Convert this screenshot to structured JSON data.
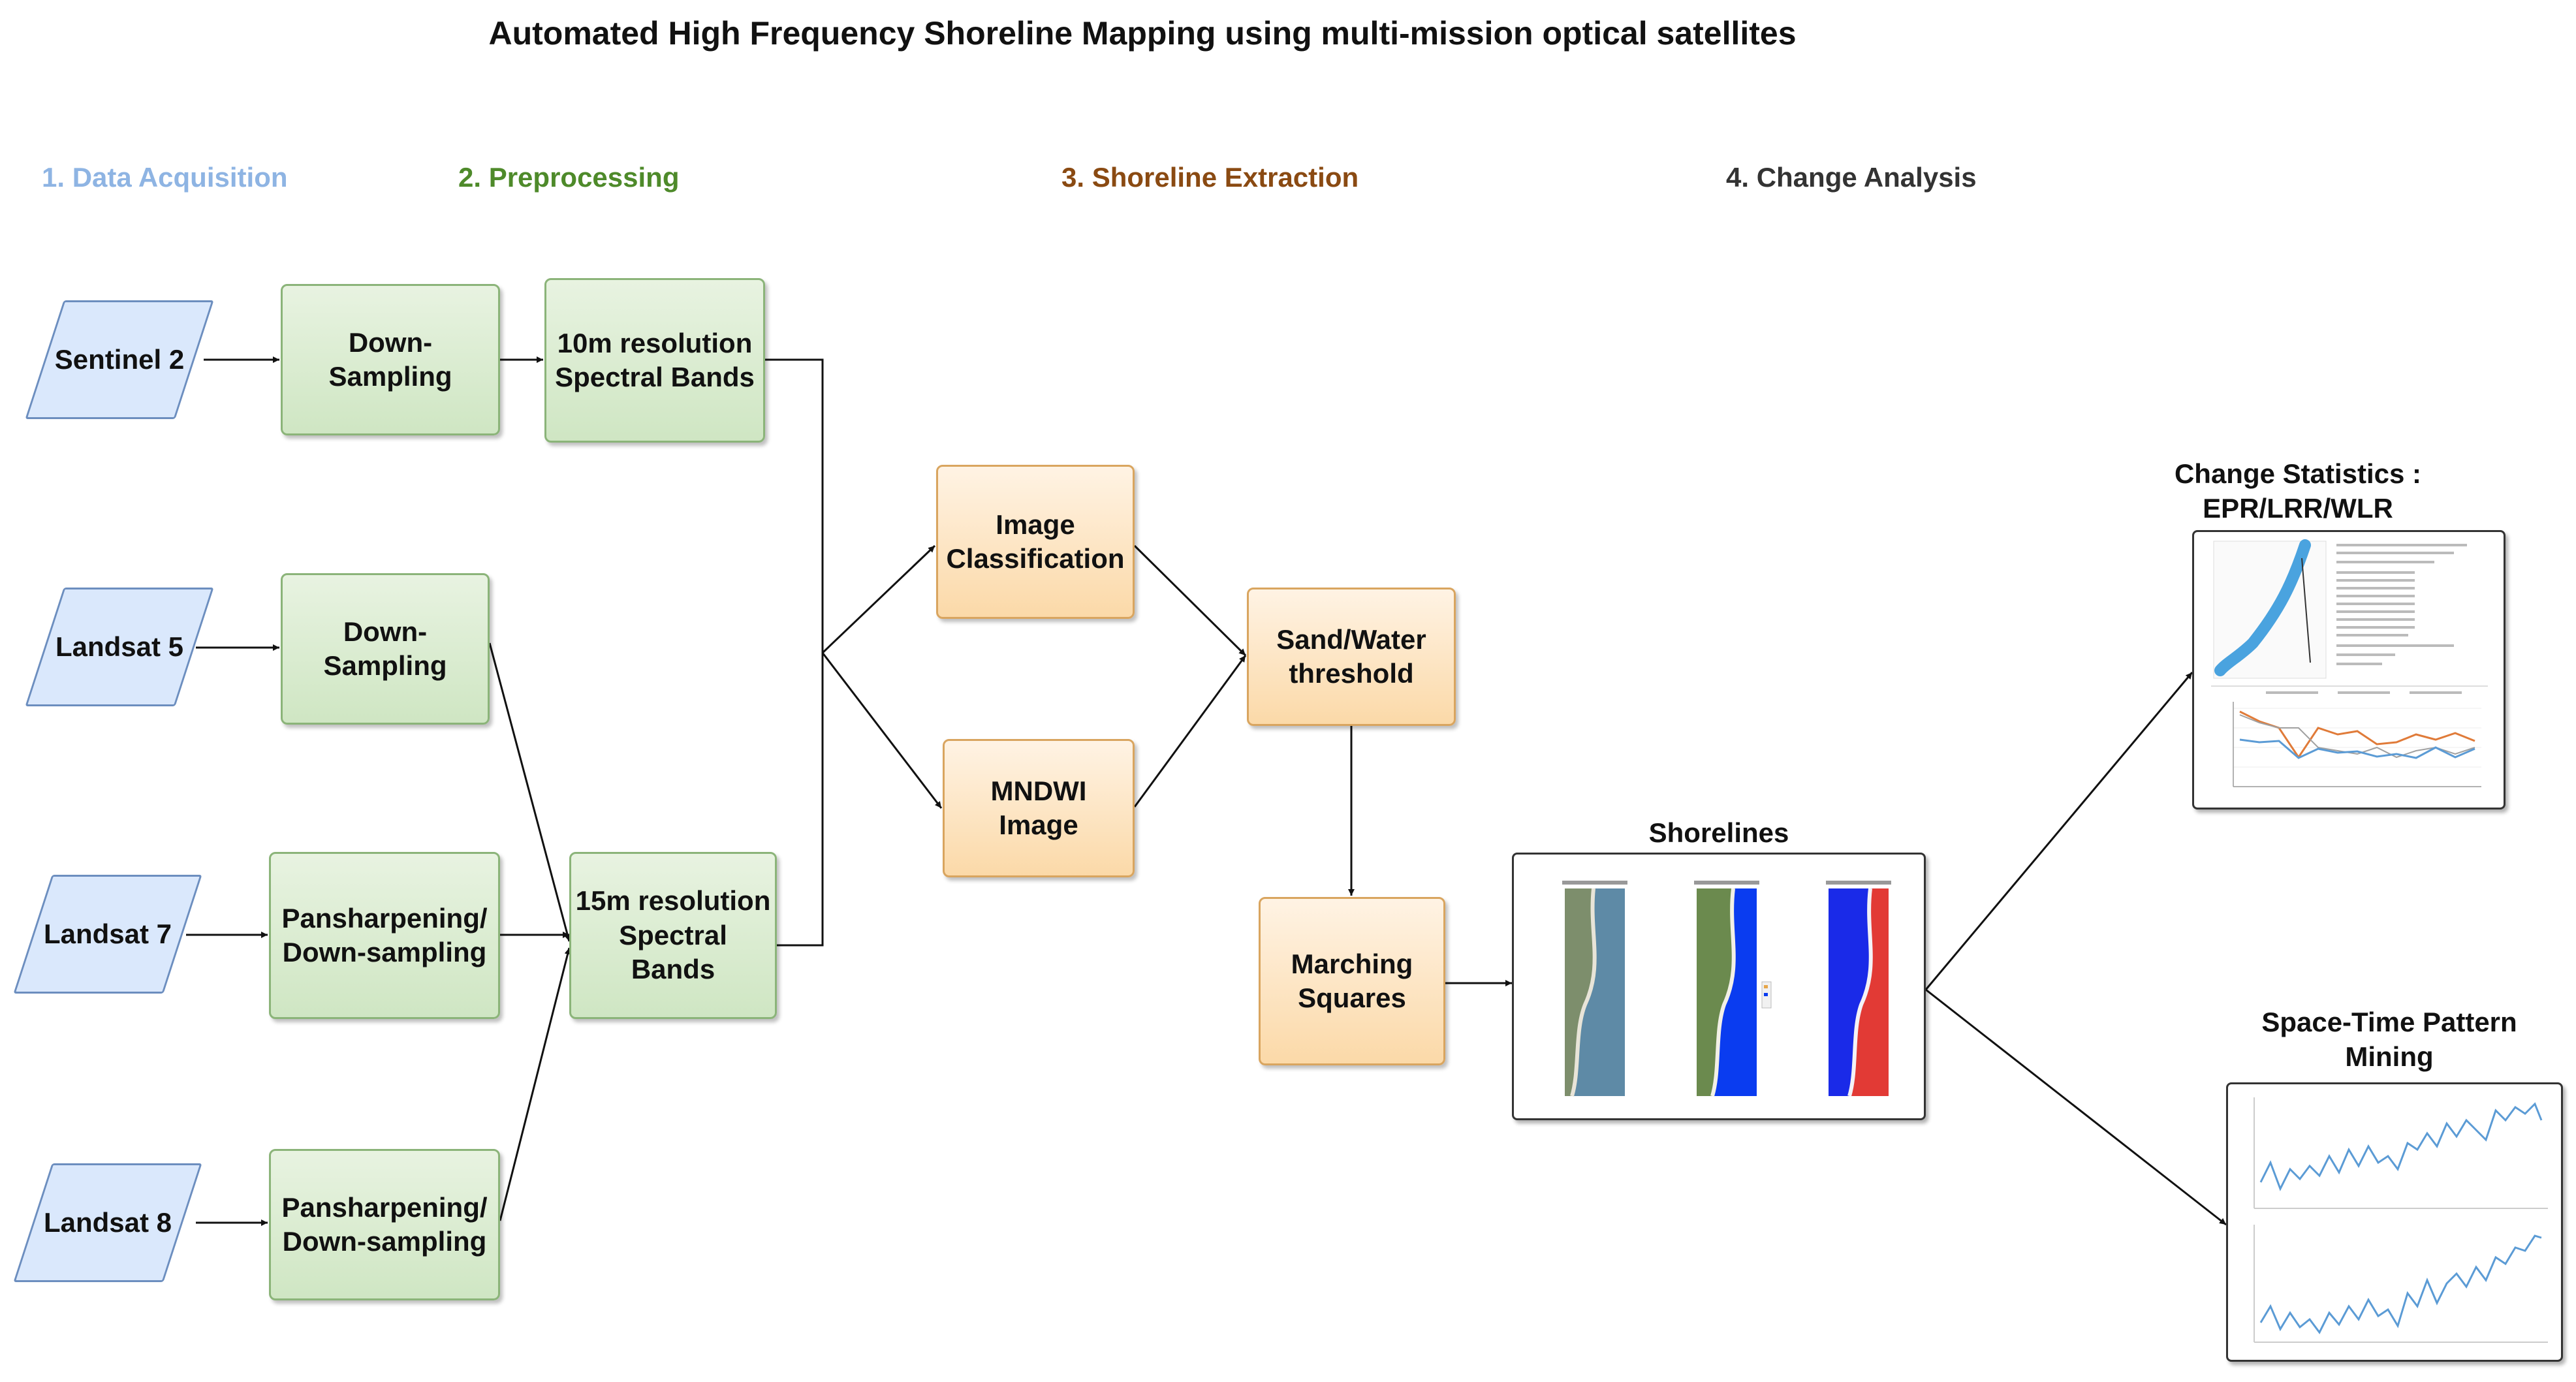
{
  "title": "Automated High Frequency Shoreline Mapping using multi-mission optical satellites",
  "stages": {
    "acquisition": "1. Data Acquisition",
    "preprocessing": "2. Preprocessing",
    "extraction": "3. Shoreline Extraction",
    "analysis": "4. Change Analysis"
  },
  "colors": {
    "acquisition": "#8eb4e3",
    "preprocessing": "#4e8a2a",
    "extraction": "#8a4a12",
    "analysis": "#333333"
  },
  "inputs": {
    "sentinel2": "Sentinel 2",
    "landsat5": "Landsat 5",
    "landsat7": "Landsat 7",
    "landsat8": "Landsat 8"
  },
  "preproc": {
    "down1_l1": "Down-",
    "down1_l2": "Sampling",
    "down2_l1": "Down-",
    "down2_l2": "Sampling",
    "pan1_l1": "Pansharpening/",
    "pan1_l2": "Down-sampling",
    "pan2_l1": "Pansharpening/",
    "pan2_l2": "Down-sampling",
    "res10_l1": "10m resolution",
    "res10_l2": "Spectral Bands",
    "res15_l1": "15m resolution",
    "res15_l2": "Spectral",
    "res15_l3": "Bands"
  },
  "extraction": {
    "classif_l1": "Image",
    "classif_l2": "Classification",
    "mndwi_l1": "MNDWI",
    "mndwi_l2": "Image",
    "thresh_l1": "Sand/Water",
    "thresh_l2": "threshold",
    "march_l1": "Marching",
    "march_l2": "Squares"
  },
  "outputs": {
    "shorelines": "Shorelines",
    "change_l1": "Change Statistics :",
    "change_l2": "EPR/LRR/WLR",
    "stpm_l1": "Space-Time Pattern",
    "stpm_l2": "Mining"
  }
}
